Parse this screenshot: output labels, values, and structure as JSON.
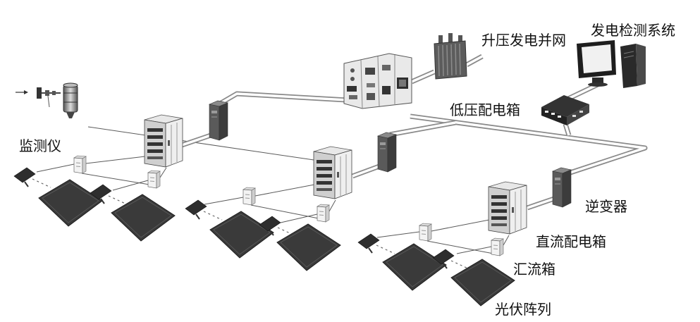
{
  "labels": {
    "grid_connection": "升压发电并网",
    "monitoring_system": "发电检测系统",
    "low_voltage_box": "低压配电箱",
    "monitor": "监测仪",
    "inverter": "逆变器",
    "dc_distribution_box": "直流配电箱",
    "combiner_box": "汇流箱",
    "pv_array": "光伏阵列"
  },
  "colors": {
    "background": "#ffffff",
    "text": "#111111",
    "line": "#8a8a8a",
    "panel": "#3a3a3a"
  }
}
